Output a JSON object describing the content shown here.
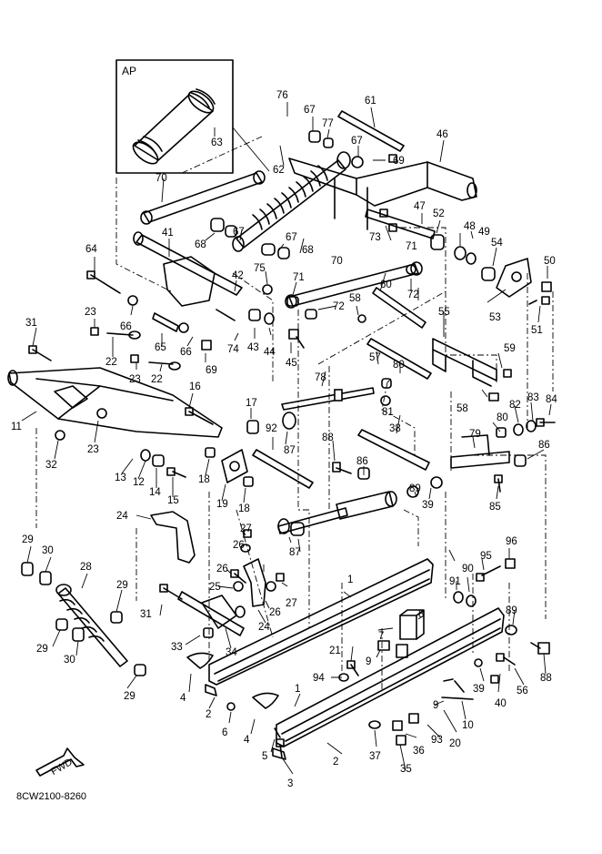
{
  "inset": {
    "label": "AP",
    "part": "63"
  },
  "fwd_label": "FWD",
  "diagram_code": "8CW2100-8260",
  "callouts": {
    "c1": "1",
    "c1b": "1",
    "c2": "2",
    "c2b": "2",
    "c3": "3",
    "c4": "4",
    "c4b": "4",
    "c5": "5",
    "c6": "6",
    "c7": "7",
    "c8": "8",
    "c9": "9",
    "c9b": "9",
    "c10": "10",
    "c11": "11",
    "c12": "12",
    "c13": "13",
    "c14": "14",
    "c15": "15",
    "c16": "16",
    "c17": "17",
    "c18": "18",
    "c18b": "18",
    "c19": "19",
    "c20": "20",
    "c21": "21",
    "c22": "22",
    "c22b": "22",
    "c23": "23",
    "c23b": "23",
    "c23c": "23",
    "c24": "24",
    "c24b": "24",
    "c25": "25",
    "c26": "26",
    "c26b": "26",
    "c27": "27",
    "c27b": "27",
    "c28": "28",
    "c29": "29",
    "c29b": "29",
    "c29c": "29",
    "c29d": "29",
    "c30": "30",
    "c30b": "30",
    "c31": "31",
    "c31b": "31",
    "c32": "32",
    "c33": "33",
    "c34": "34",
    "c35": "35",
    "c36": "36",
    "c37": "37",
    "c38": "38",
    "c39": "39",
    "c39b": "39",
    "c40": "40",
    "c41": "41",
    "c42": "42",
    "c43": "43",
    "c44": "44",
    "c45": "45",
    "c46": "46",
    "c47": "47",
    "c48": "48",
    "c49": "49",
    "c50": "50",
    "c51": "51",
    "c52": "52",
    "c53": "53",
    "c54": "54",
    "c55": "55",
    "c56": "56",
    "c57": "57",
    "c58": "58",
    "c58b": "58",
    "c59": "59",
    "c60": "60",
    "c61": "61",
    "c62": "62",
    "c64": "64",
    "c65": "65",
    "c66": "66",
    "c66b": "66",
    "c67": "67",
    "c67b": "67",
    "c67c": "67",
    "c67d": "67",
    "c68": "68",
    "c68b": "68",
    "c69": "69",
    "c69b": "69",
    "c70": "70",
    "c70b": "70",
    "c71": "71",
    "c71b": "71",
    "c72": "72",
    "c72b": "72",
    "c73": "73",
    "c74": "74",
    "c75": "75",
    "c76": "76",
    "c77": "77",
    "c78": "78",
    "c79": "79",
    "c80": "80",
    "c80b": "80",
    "c81": "81",
    "c82": "82",
    "c83": "83",
    "c84": "84",
    "c85": "85",
    "c86": "86",
    "c86b": "86",
    "c87": "87",
    "c87b": "87",
    "c88": "88",
    "c88b": "88",
    "c89": "89",
    "c89b": "89",
    "c90": "90",
    "c91": "91",
    "c92": "92",
    "c93": "93",
    "c94": "94",
    "c95": "95",
    "c96": "96"
  }
}
